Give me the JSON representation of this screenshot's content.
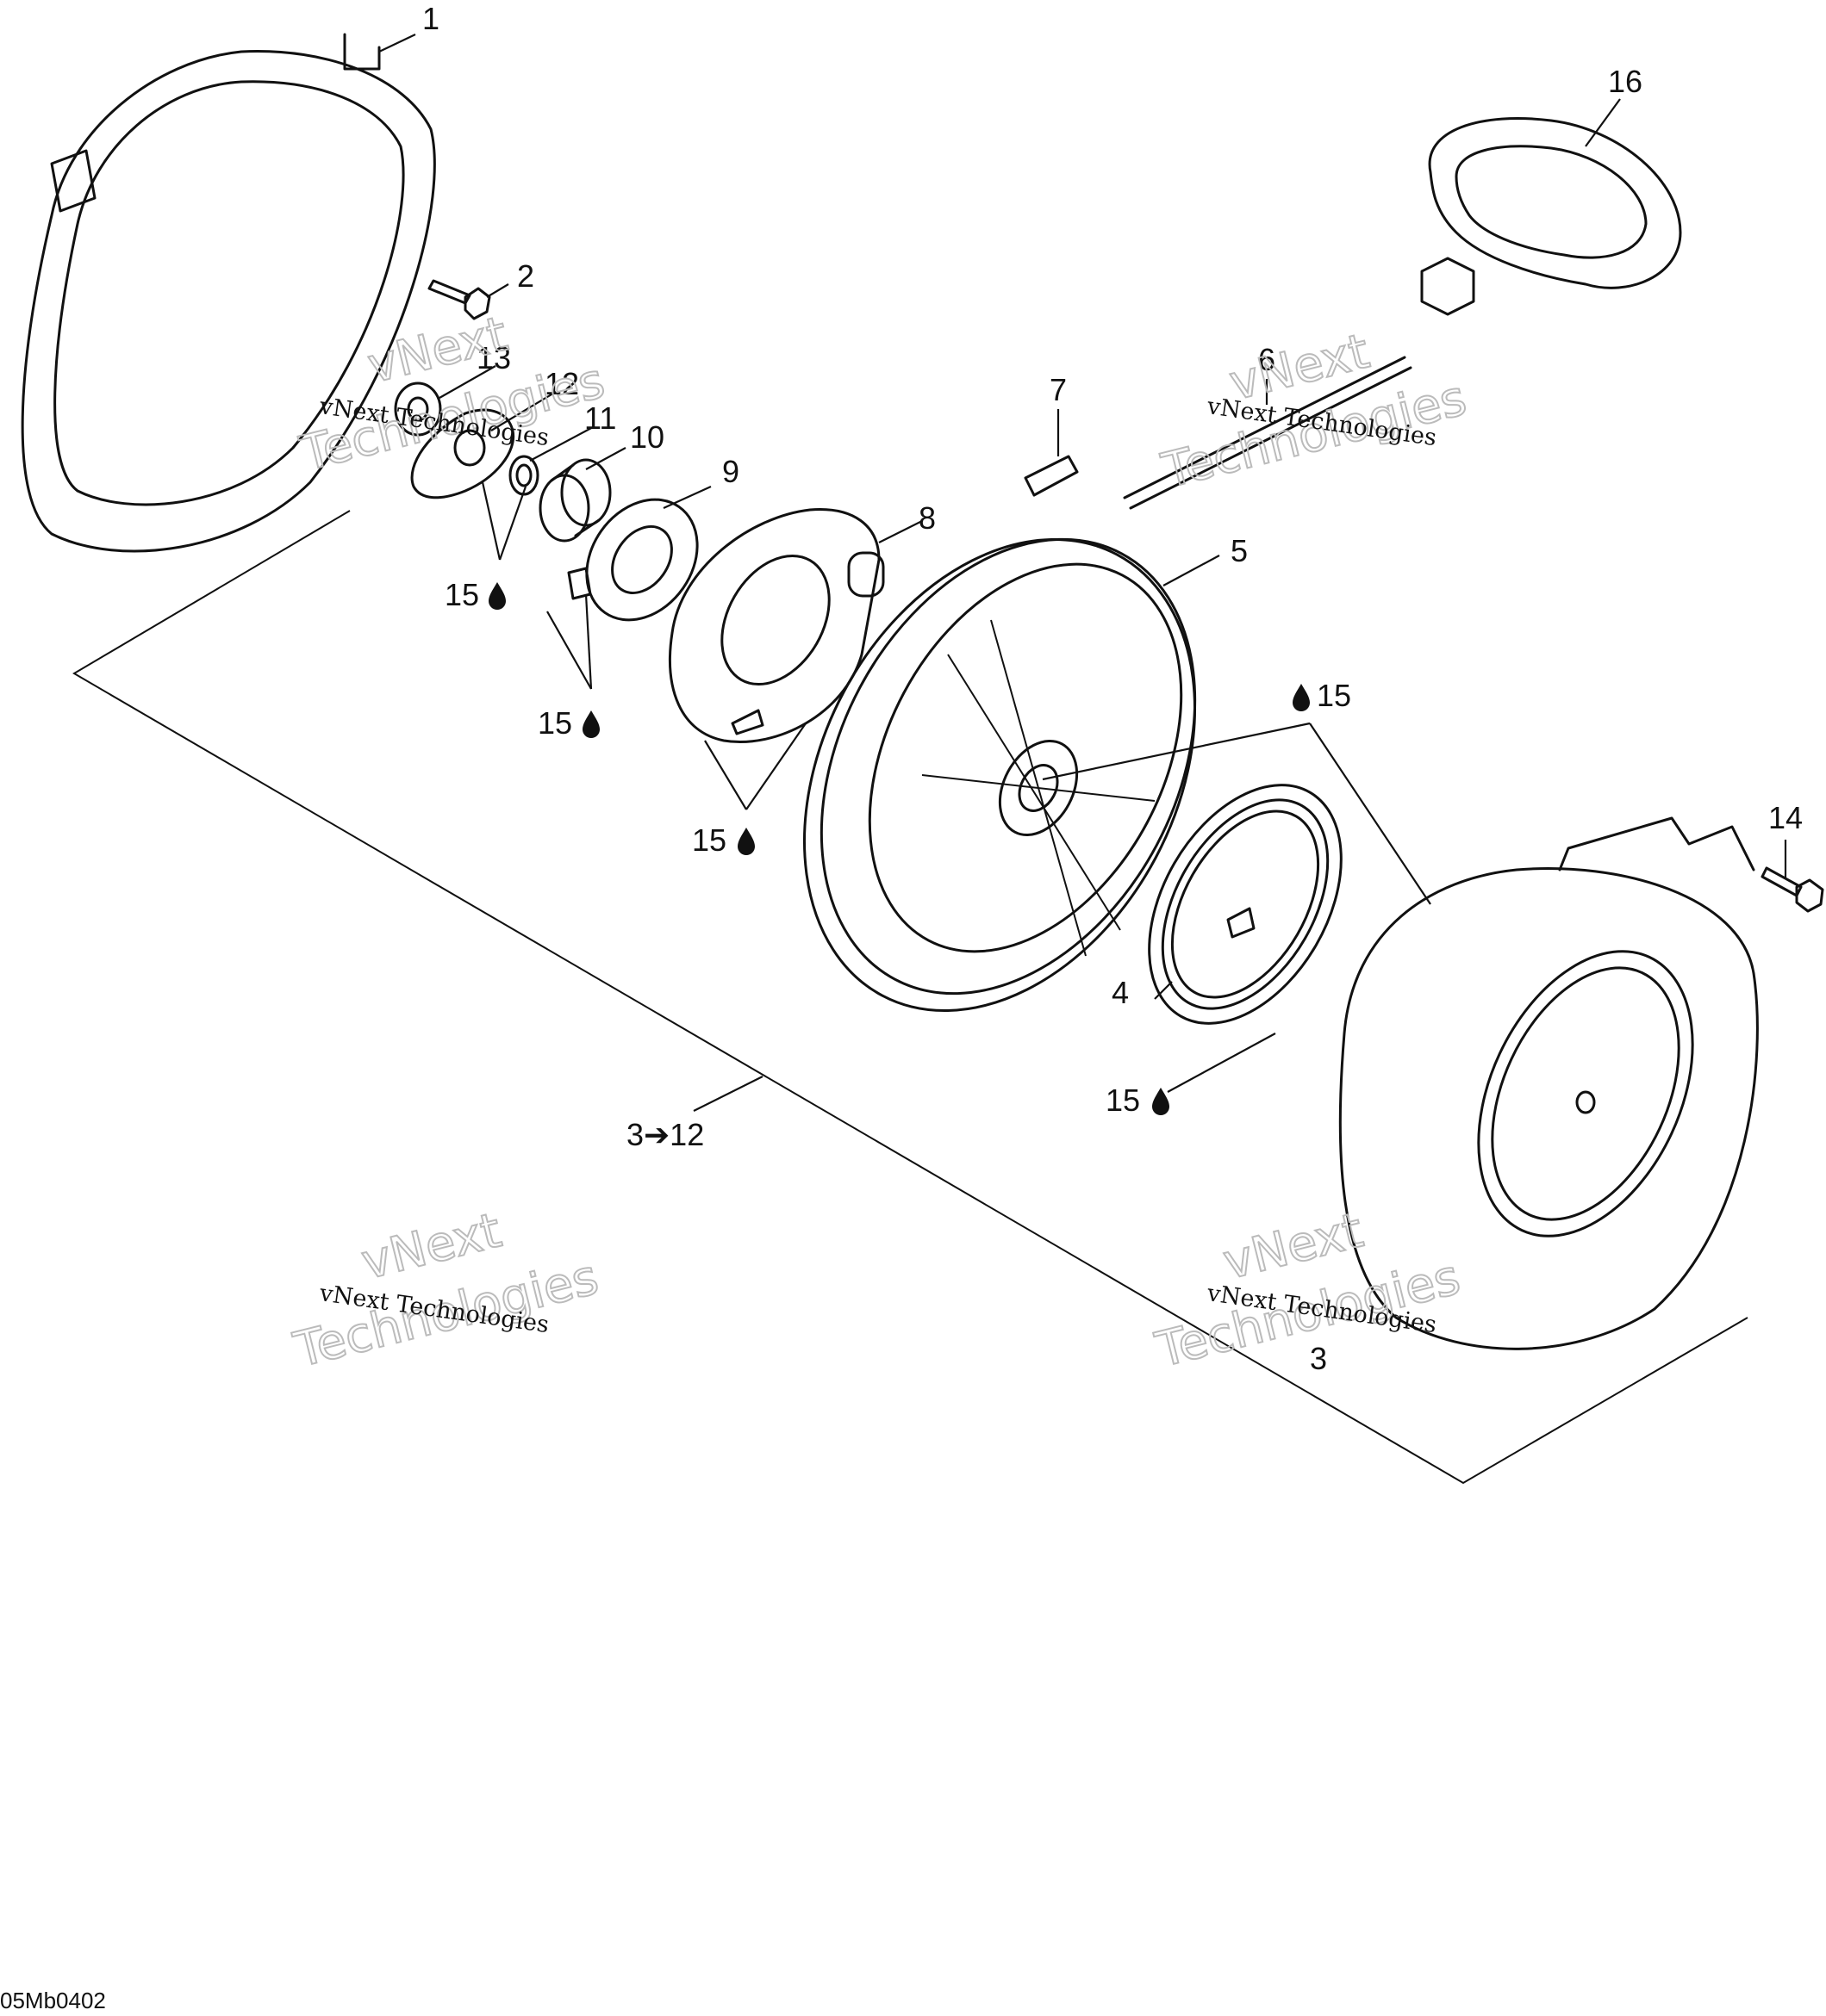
{
  "callouts": {
    "c1": "1",
    "c2": "2",
    "c3": "3",
    "c3to12": "3➔12",
    "c4": "4",
    "c5": "5",
    "c6": "6",
    "c7": "7",
    "c8": "8",
    "c9": "9",
    "c10": "10",
    "c11": "11",
    "c12": "12",
    "c13": "13",
    "c14": "14",
    "c16": "16",
    "lube": "15"
  },
  "watermark": {
    "line1": "vNext",
    "line2": "Technologies",
    "full": "vNext Technologies"
  },
  "drawing_code": "05Mb0402"
}
